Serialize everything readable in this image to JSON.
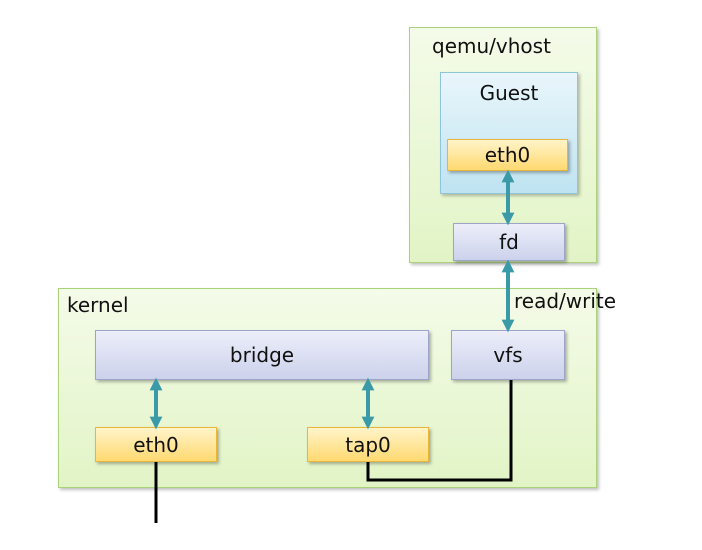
{
  "regions": {
    "qemu": {
      "label": "qemu/vhost"
    },
    "guest": {
      "label": "Guest"
    },
    "kernel": {
      "label": "kernel"
    }
  },
  "nodes": {
    "guest_eth0": "eth0",
    "fd": "fd",
    "bridge": "bridge",
    "vfs": "vfs",
    "eth0": "eth0",
    "tap0": "tap0"
  },
  "edges": {
    "fd_vfs_label": "read/write"
  },
  "colors": {
    "arrow": "#3a9aa8",
    "line": "#000000"
  }
}
